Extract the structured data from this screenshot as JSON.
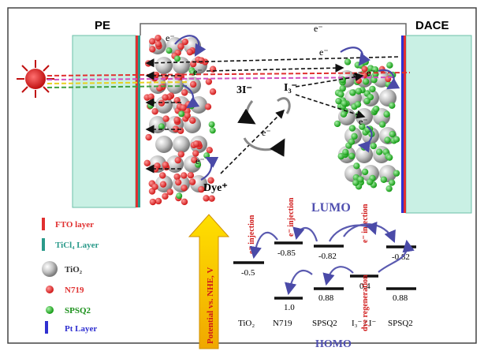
{
  "electrodes": {
    "left": "PE",
    "right": "DACE"
  },
  "electron_label": "e⁻",
  "redox": {
    "left": "3I⁻",
    "right": "I₃⁻"
  },
  "dye_excited": "Dye⁺",
  "injection_label": "e⁻ injection",
  "regeneration_label": "dye regeneration",
  "lumo_label": "LUMO",
  "homo_label": "HOMO",
  "axis_label": "Potential vs. NHE, V",
  "energy": {
    "TiO2": {
      "name": "TiO₂",
      "lumo": "-0.5"
    },
    "N719": {
      "name": "N719",
      "lumo": "-0.85",
      "homo": "1.0"
    },
    "SPSQ2a": {
      "name": "SPSQ2",
      "lumo": "-0.82",
      "homo": "0.88"
    },
    "redox": {
      "name": "I₃⁻ / I⁻",
      "level": "0.4"
    },
    "SPSQ2b": {
      "name": "SPSQ2",
      "lumo": "-0.82",
      "homo": "0.88"
    }
  },
  "legend": [
    {
      "label": "FTO layer",
      "color": "#e03030",
      "icon": "red-bar"
    },
    {
      "label": "TiCl₄ Layer",
      "color": "#2a9a8a",
      "icon": "teal-bar"
    },
    {
      "label": "TiO₂",
      "color": "#aaaaaa",
      "icon": "gray-sphere"
    },
    {
      "label": "N719",
      "color": "#e03030",
      "icon": "red-dot"
    },
    {
      "label": "SPSQ2",
      "color": "#22b822",
      "icon": "green-dot"
    },
    {
      "label": "Pt Layer",
      "color": "#3030d0",
      "icon": "blue-bar"
    }
  ]
}
